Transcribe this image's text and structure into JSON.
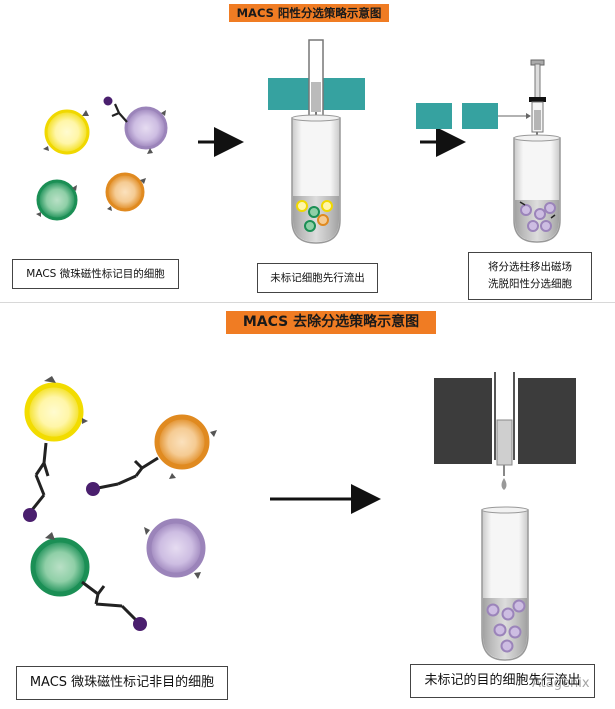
{
  "positive": {
    "title": "MACS 阳性分选策略示意图",
    "caption_1": "MACS 微珠磁性标记目的细胞",
    "caption_2": "未标记细胞先行流出",
    "caption_3_line1": "将分选柱移出磁场",
    "caption_3_line2": "洗脱阳性分选细胞"
  },
  "depletion": {
    "title": "MACS 去除分选策略示意图",
    "caption_1": "MACS 微珠磁性标记非目的细胞",
    "caption_2": "未标记的目的细胞先行流出"
  },
  "watermark": "Atagenix",
  "colors": {
    "banner": "#f07c23",
    "yellow_cell": "#f4e21a",
    "purple_cell": "#a78fc4",
    "green_cell": "#1f9a5f",
    "orange_cell": "#e8962e",
    "magnet_teal": "#36a2a0",
    "magnet_dark": "#3c3c3c",
    "bead": "#4a1f6e"
  }
}
